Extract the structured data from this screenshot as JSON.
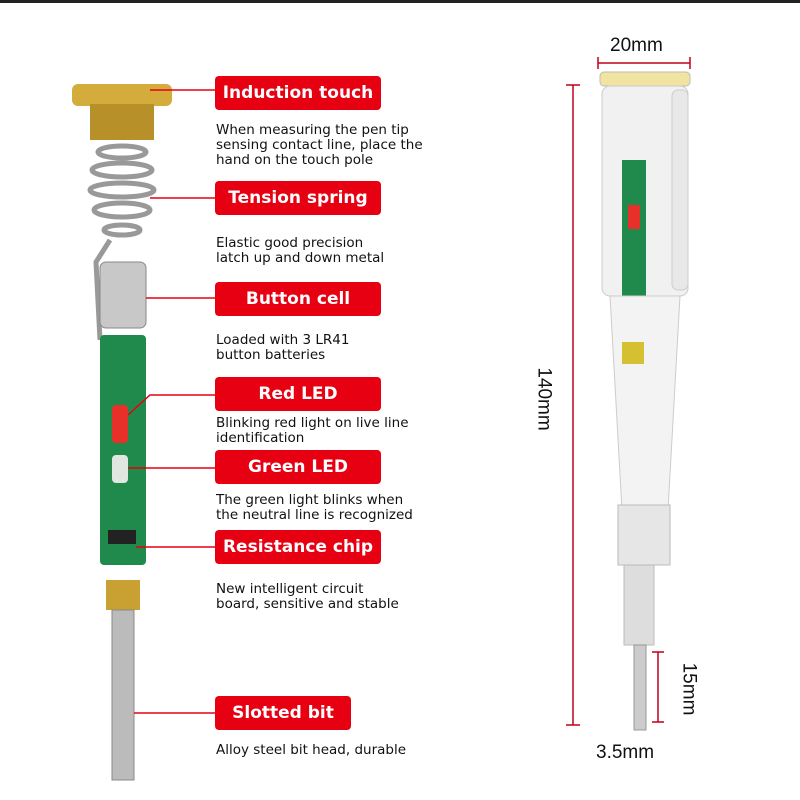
{
  "components": [
    {
      "label": "Induction touch",
      "description": "When measuring the pen tip\nsensing contact line, place the\nhand on the touch pole"
    },
    {
      "label": "Tension spring",
      "description": "Elastic good precision\nlatch up and down metal"
    },
    {
      "label": "Button cell",
      "description": "Loaded with 3 LR41\nbutton batteries"
    },
    {
      "label": "Red LED",
      "description": "Blinking red light on live line\nidentification"
    },
    {
      "label": "Green LED",
      "description": "The green light blinks when\nthe neutral line is recognized"
    },
    {
      "label": "Resistance chip",
      "description": "New intelligent circuit\nboard, sensitive and stable"
    },
    {
      "label": "Slotted bit",
      "description": "Alloy steel bit head, durable"
    }
  ],
  "dimensions": {
    "width": "20mm",
    "length": "140mm",
    "tip_length": "15mm",
    "tip_width": "3.5mm"
  },
  "colors": {
    "tag": "#e60012",
    "dimension_line": "#c0001a",
    "pcb": "#1f8a4c",
    "brass": "#c9a032"
  }
}
